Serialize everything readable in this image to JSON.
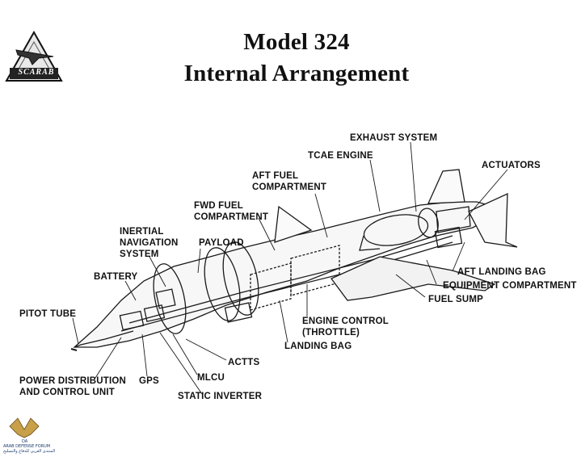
{
  "title": {
    "line1": "Model 324",
    "line2": "Internal Arrangement"
  },
  "logo": {
    "text": "SCARAB"
  },
  "watermark": {
    "mark": "DA",
    "text": "ARAB DEFENSE FORUM",
    "arabic": "المنتدى العربي للدفاع والتسليح"
  },
  "labels": {
    "exhaust_system": "EXHAUST SYSTEM",
    "tcae_engine": "TCAE ENGINE",
    "actuators": "ACTUATORS",
    "aft_fuel": "AFT FUEL\nCOMPARTMENT",
    "fwd_fuel": "FWD FUEL\nCOMPARTMENT",
    "inertial_nav": "INERTIAL\nNAVIGATION\nSYSTEM",
    "payload": "PAYLOAD",
    "battery": "BATTERY",
    "pitot_tube": "PITOT TUBE",
    "aft_landing_bag": "AFT LANDING BAG",
    "equipment_compartment": "EQUIPMENT COMPARTMENT",
    "fuel_sump": "FUEL SUMP",
    "engine_control": "ENGINE CONTROL\n(THROTTLE)",
    "landing_bag": "LANDING BAG",
    "actts": "ACTTS",
    "power_dist": "POWER DISTRIBUTION\nAND CONTROL UNIT",
    "gps": "GPS",
    "mlcu": "MLCU",
    "static_inverter": "STATIC INVERTER"
  }
}
